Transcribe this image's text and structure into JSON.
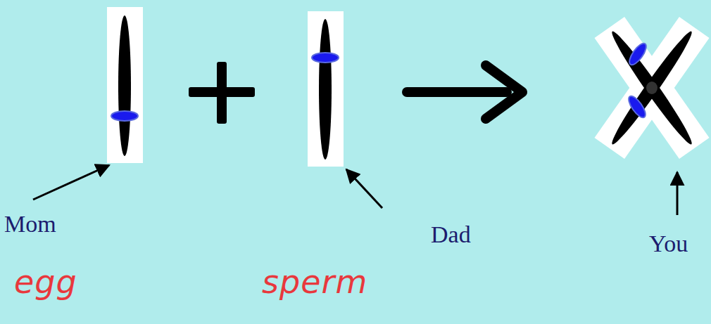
{
  "diagram": {
    "labels": [
      "Mom",
      "Dad",
      "You",
      "egg",
      "sperm"
    ]
  }
}
